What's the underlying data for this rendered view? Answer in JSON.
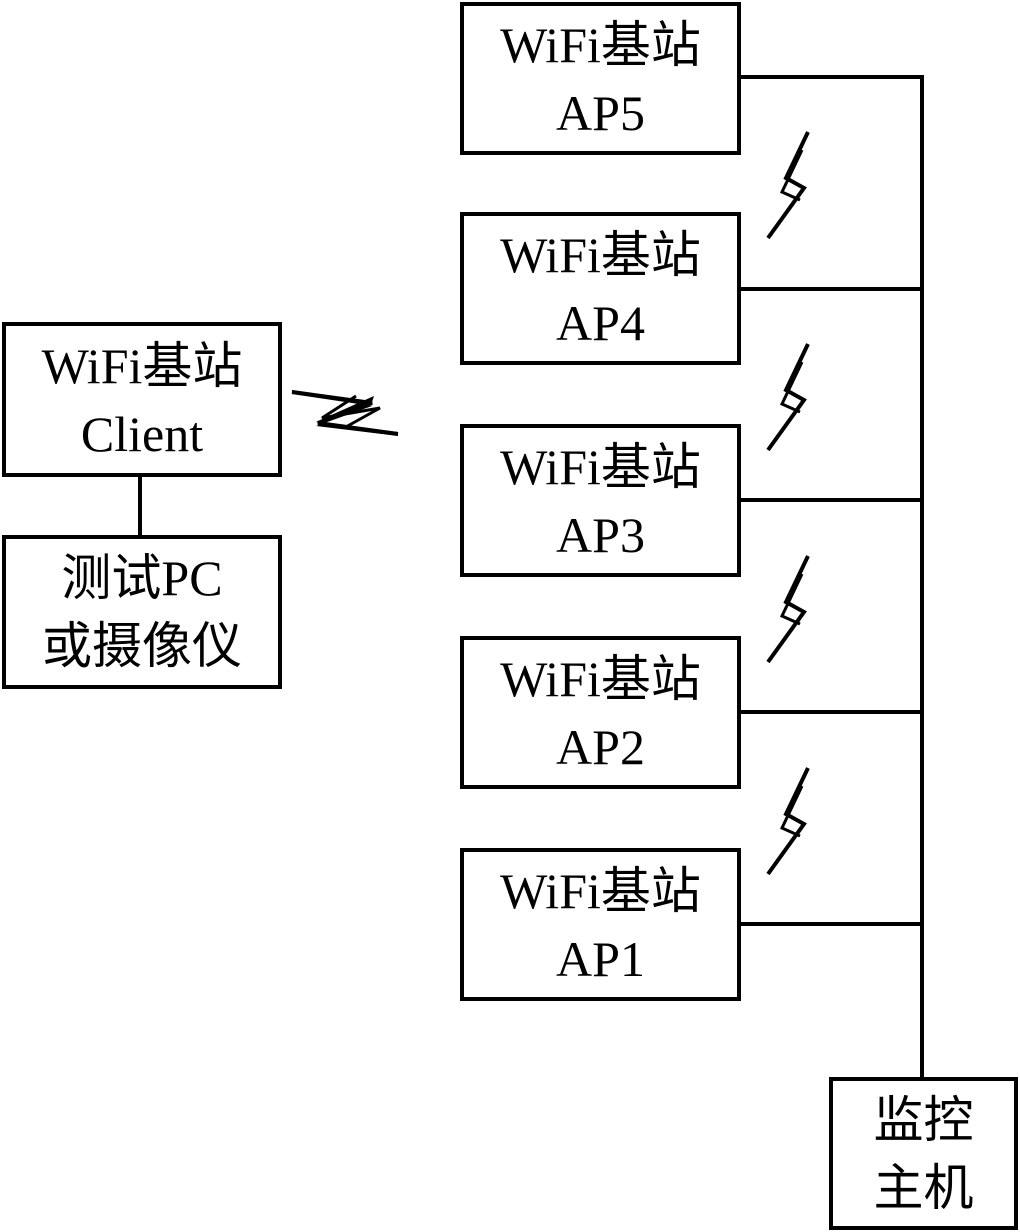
{
  "nodes": {
    "ap5": {
      "line1": "WiFi基站",
      "line2": "AP5"
    },
    "ap4": {
      "line1": "WiFi基站",
      "line2": "AP4"
    },
    "ap3": {
      "line1": "WiFi基站",
      "line2": "AP3"
    },
    "ap2": {
      "line1": "WiFi基站",
      "line2": "AP2"
    },
    "ap1": {
      "line1": "WiFi基站",
      "line2": "AP1"
    },
    "client": {
      "line1": "WiFi基站",
      "line2": "Client"
    },
    "test_pc": {
      "line1": "测试PC",
      "line2": "或摄像仪"
    },
    "monitor_host": {
      "line1": "监控",
      "line2": "主机"
    }
  },
  "connections": [
    {
      "from": "client",
      "to": "test_pc",
      "kind": "wired"
    },
    {
      "from": "client",
      "to": "ap3",
      "kind": "wireless"
    },
    {
      "from": "ap5",
      "to": "ap4",
      "kind": "wireless"
    },
    {
      "from": "ap4",
      "to": "ap3",
      "kind": "wireless"
    },
    {
      "from": "ap3",
      "to": "ap2",
      "kind": "wireless"
    },
    {
      "from": "ap2",
      "to": "ap1",
      "kind": "wireless"
    },
    {
      "from": "ap1",
      "to": "monitor_host",
      "kind": "wired"
    },
    {
      "from": "ap2",
      "to": "monitor_host",
      "kind": "wired"
    },
    {
      "from": "ap3",
      "to": "monitor_host",
      "kind": "wired"
    },
    {
      "from": "ap4",
      "to": "monitor_host",
      "kind": "wired"
    },
    {
      "from": "ap5",
      "to": "monitor_host",
      "kind": "wired"
    }
  ]
}
